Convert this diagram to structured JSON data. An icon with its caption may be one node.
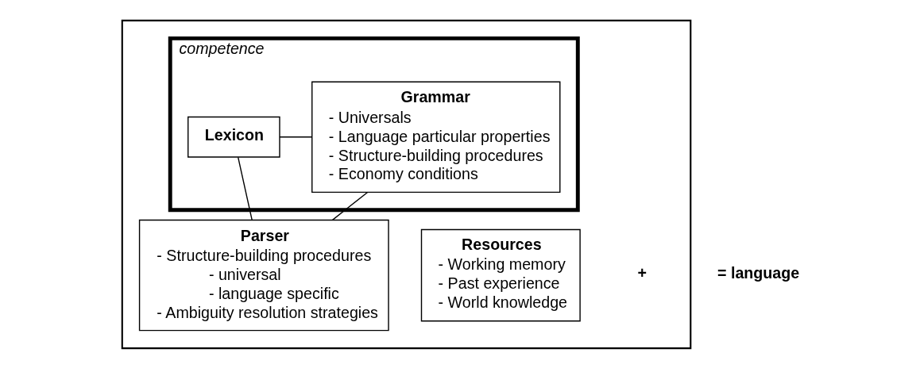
{
  "diagram": {
    "nodes": [
      {
        "text": [],
        "shape": "box"
      },
      {
        "text": [
          "competence"
        ],
        "in": 0
      },
      {
        "text": [
          "Grammar",
          "- Universals",
          "- Language particular properties",
          "- Structure-building procedures",
          "- Economy conditions"
        ],
        "in": 1
      },
      {
        "text": [
          "Lexicon"
        ],
        "in": 1
      },
      {
        "text": [
          "Parser",
          "- Structure-building procedures",
          "- universal",
          "- language specific",
          "- Ambiguity resolution strategies"
        ],
        "in": 0
      },
      {
        "text": [
          "Resources",
          "- Working memory",
          "- Past experience",
          "- World knowledge"
        ],
        "in": 0
      }
    ],
    "edges": [
      {
        "from": 3,
        "to": 2,
        "arrow": "none"
      },
      {
        "from": 3,
        "to": 4,
        "arrow": "none"
      },
      {
        "from": 2,
        "to": 4,
        "arrow": "none"
      }
    ],
    "labels": [
      "+",
      "= language"
    ]
  }
}
